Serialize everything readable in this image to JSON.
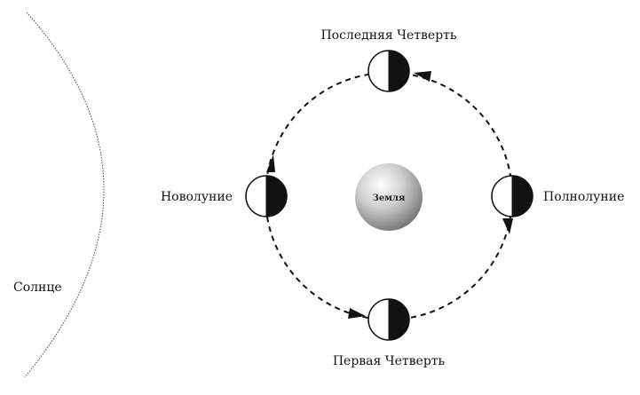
{
  "labels": {
    "sun": "Солнце",
    "earth": "Земля",
    "last_quarter": "Последняя Четверть",
    "new_moon": "Новолуние",
    "full_moon": "Полнолуние",
    "first_quarter": "Первая Четверть"
  },
  "colors": {
    "line": "#111111",
    "moon_dark": "#111111",
    "moon_light": "#ffffff"
  }
}
